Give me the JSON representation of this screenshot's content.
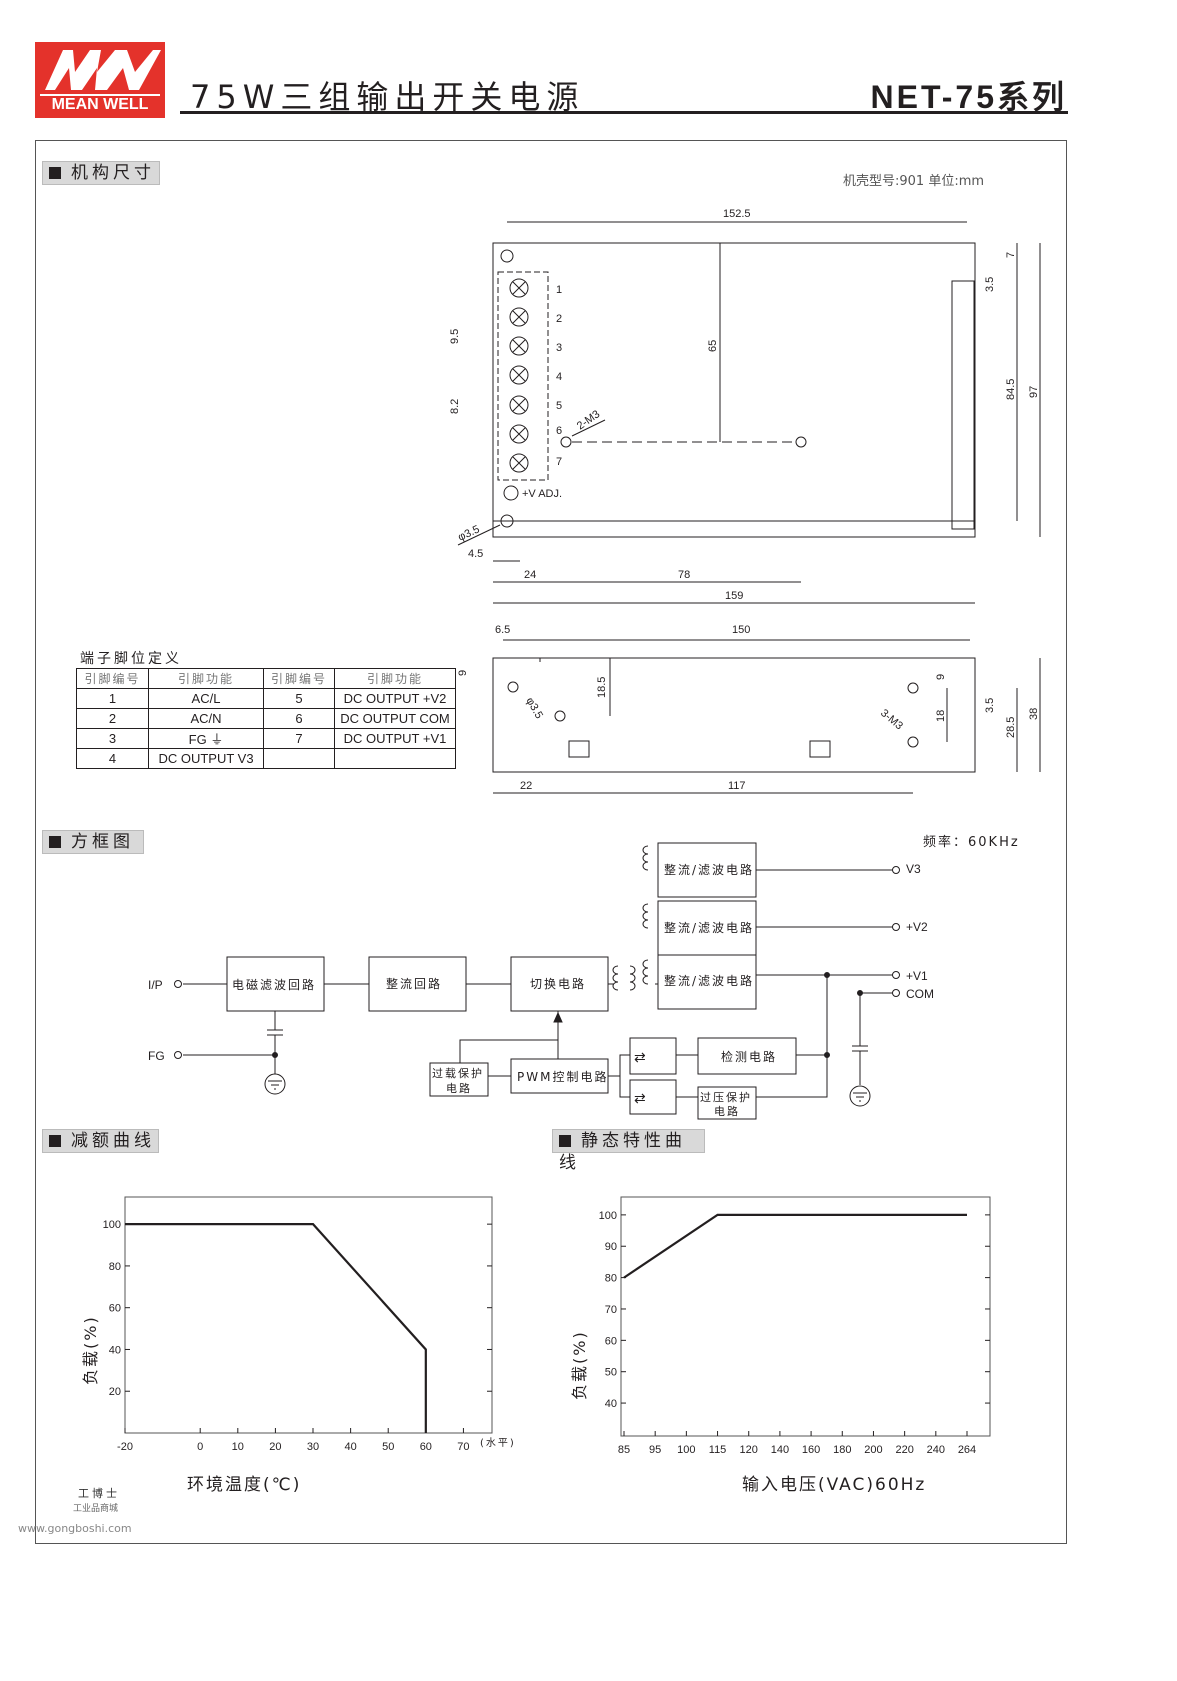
{
  "header": {
    "logo_text": "MEAN WELL",
    "title": "75W三组输出开关电源",
    "series": "NET-75系列"
  },
  "sections": {
    "mechanical": "机构尺寸",
    "block": "方框图",
    "derating": "减额曲线",
    "static": "静态特性曲线"
  },
  "mechanical": {
    "case_info": "机壳型号:901    单位:mm",
    "top_view": {
      "d1": "152.5",
      "d2": "65",
      "d3": "84.5",
      "d4": "97",
      "d5": "7",
      "d6": "3.5",
      "d7": "9.5",
      "d8": "8.2",
      "d9": "2-M3",
      "d10": "φ3.5",
      "d11": "4.5",
      "d12": "24",
      "d13": "78",
      "d14": "159",
      "adj": "+V ADJ.",
      "pins": [
        "1",
        "2",
        "3",
        "4",
        "5",
        "6",
        "7"
      ]
    },
    "side_view": {
      "d1": "6.5",
      "d2": "150",
      "d3": "9",
      "d4": "18.5",
      "d5": "φ3.5",
      "d6": "9",
      "d7": "18",
      "d8": "3-M3",
      "d9": "3.5",
      "d10": "28.5",
      "d11": "38",
      "d12": "22",
      "d13": "117"
    }
  },
  "pin_table": {
    "title": "端子脚位定义",
    "headers": [
      "引脚编号",
      "引脚功能",
      "引脚编号",
      "引脚功能"
    ],
    "rows": [
      [
        "1",
        "AC/L",
        "5",
        "DC OUTPUT +V2"
      ],
      [
        "2",
        "AC/N",
        "6",
        "DC OUTPUT COM"
      ],
      [
        "3",
        "FG ⏚",
        "7",
        "DC OUTPUT +V1"
      ],
      [
        "4",
        "DC OUTPUT V3",
        "",
        ""
      ]
    ]
  },
  "block_diagram": {
    "frequency": "频率：60KHz",
    "input_ip": "I/P",
    "input_fg": "FG",
    "emi": "电磁滤波回路",
    "rect": "整流回路",
    "switch": "切换电路",
    "out_filter": "整流/滤波电路",
    "detect": "检测电路",
    "pwm": "PWM控制电路",
    "olp": [
      "过载保护",
      "电路"
    ],
    "ovp": [
      "过压保护",
      "电路"
    ],
    "outputs": [
      "V3",
      "+V2",
      "+V1",
      "COM"
    ]
  },
  "chart_data": [
    {
      "type": "line",
      "title": "减额曲线",
      "xlabel": "环境温度(℃)",
      "ylabel": "负载(%)",
      "x_unit": "(水平)",
      "xlim": [
        -20,
        77.6
      ],
      "ylim": [
        0,
        113
      ],
      "xticks": [
        -20,
        0,
        10,
        20,
        30,
        40,
        50,
        60,
        70
      ],
      "yticks": [
        20,
        40,
        60,
        80,
        100
      ],
      "series": [
        {
          "name": "derating",
          "x": [
            -20,
            30,
            60,
            60
          ],
          "y": [
            100,
            100,
            40,
            0
          ]
        }
      ]
    },
    {
      "type": "line",
      "title": "静态特性曲线",
      "xlabel": "输入电压(VAC)60Hz",
      "ylabel": "负载(%)",
      "categories": [
        85,
        95,
        100,
        115,
        120,
        140,
        160,
        180,
        200,
        220,
        240,
        264
      ],
      "ylim": [
        29.5,
        105.7
      ],
      "yticks": [
        40,
        50,
        60,
        70,
        80,
        90,
        100
      ],
      "series": [
        {
          "name": "static",
          "x": [
            85,
            115,
            264
          ],
          "y": [
            80,
            100,
            100
          ]
        }
      ]
    }
  ],
  "watermark": {
    "brand": "工博士",
    "sub": "工业品商城",
    "url": "www.gongboshi.com"
  }
}
